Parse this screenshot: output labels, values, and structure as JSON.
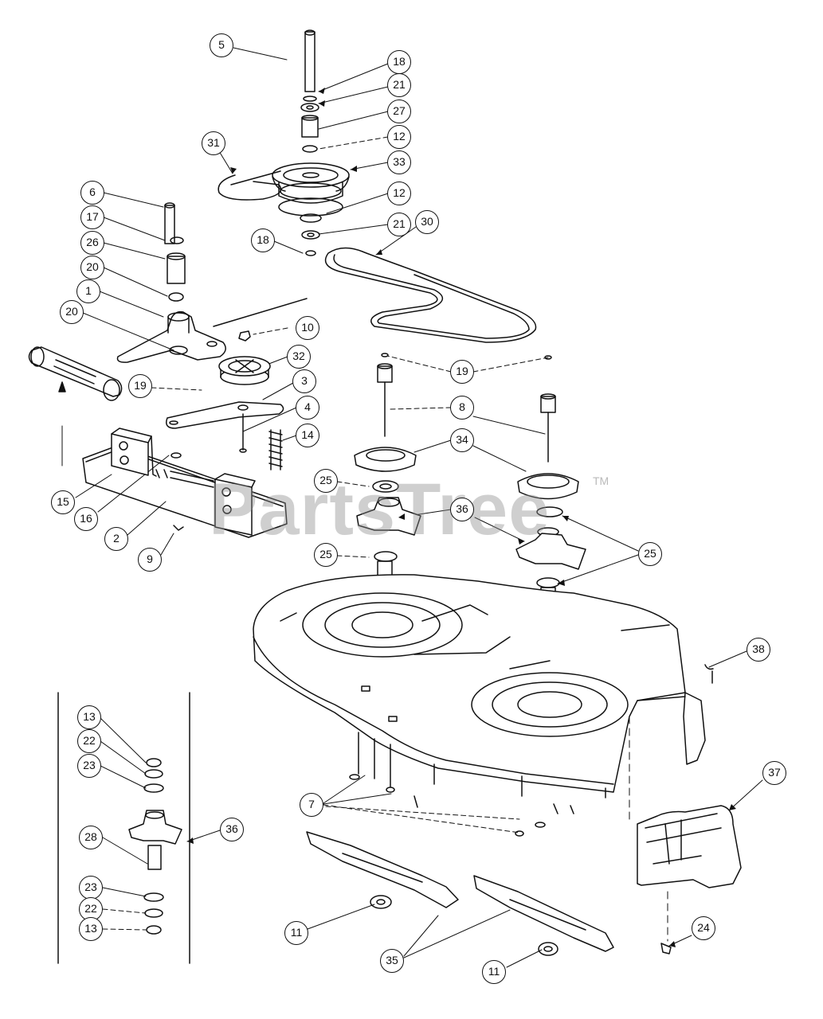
{
  "watermark": {
    "brand": "PartsTree",
    "mark": "TM"
  },
  "callouts": [
    {
      "n": "5"
    },
    {
      "n": "18"
    },
    {
      "n": "21"
    },
    {
      "n": "27"
    },
    {
      "n": "12"
    },
    {
      "n": "33"
    },
    {
      "n": "31"
    },
    {
      "n": "12"
    },
    {
      "n": "21"
    },
    {
      "n": "30"
    },
    {
      "n": "18"
    },
    {
      "n": "6"
    },
    {
      "n": "17"
    },
    {
      "n": "26"
    },
    {
      "n": "20"
    },
    {
      "n": "1"
    },
    {
      "n": "20"
    },
    {
      "n": "10"
    },
    {
      "n": "32"
    },
    {
      "n": "19"
    },
    {
      "n": "3"
    },
    {
      "n": "4"
    },
    {
      "n": "14"
    },
    {
      "n": "19"
    },
    {
      "n": "8"
    },
    {
      "n": "34"
    },
    {
      "n": "25"
    },
    {
      "n": "36"
    },
    {
      "n": "25"
    },
    {
      "n": "25"
    },
    {
      "n": "15"
    },
    {
      "n": "16"
    },
    {
      "n": "2"
    },
    {
      "n": "9"
    },
    {
      "n": "38"
    },
    {
      "n": "13"
    },
    {
      "n": "22"
    },
    {
      "n": "23"
    },
    {
      "n": "36"
    },
    {
      "n": "28"
    },
    {
      "n": "23"
    },
    {
      "n": "22"
    },
    {
      "n": "13"
    },
    {
      "n": "7"
    },
    {
      "n": "37"
    },
    {
      "n": "11"
    },
    {
      "n": "35"
    },
    {
      "n": "24"
    },
    {
      "n": "11"
    }
  ]
}
